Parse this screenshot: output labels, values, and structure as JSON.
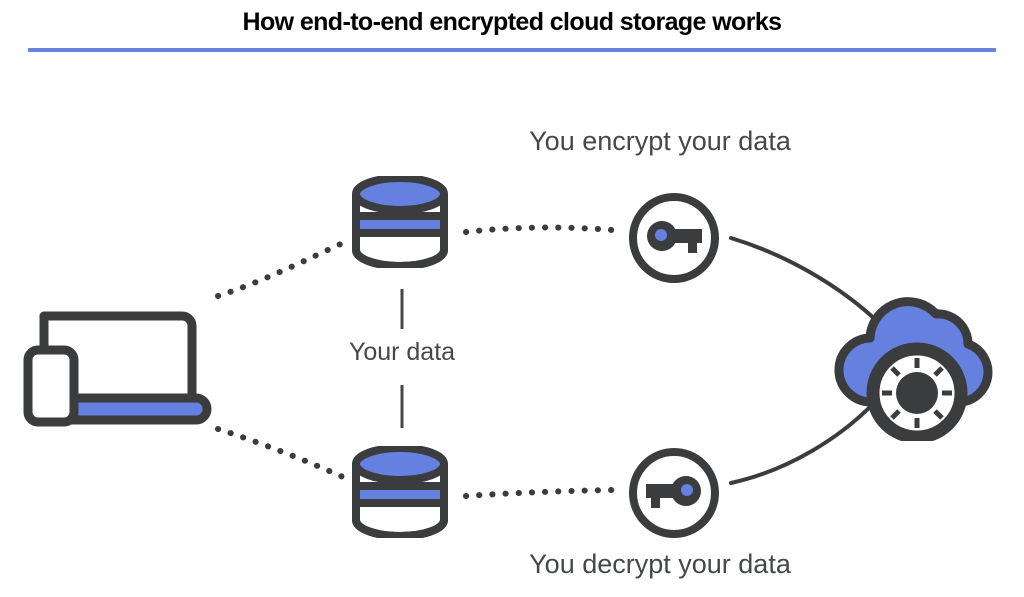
{
  "title": {
    "text": "How end-to-end encrypted cloud storage works",
    "rule_color": "#6b82e0"
  },
  "colors": {
    "accent_blue": "#6680e0",
    "outline_dark": "#3a3c3e",
    "text_gray": "#45484b",
    "background": "#ffffff"
  },
  "labels": {
    "encrypt": "You encrypt your data",
    "your_data": "Your data",
    "decrypt": "You decrypt your data"
  },
  "nodes": [
    {
      "id": "device",
      "icon": "laptop-phone-icon",
      "label": ""
    },
    {
      "id": "db-top",
      "icon": "database-icon",
      "label": "Your data"
    },
    {
      "id": "db-bottom",
      "icon": "database-icon",
      "label": "Your data"
    },
    {
      "id": "key-top",
      "icon": "key-icon",
      "label": "You encrypt your data"
    },
    {
      "id": "key-bottom",
      "icon": "key-mirrored-icon",
      "label": "You decrypt your data"
    },
    {
      "id": "cloud",
      "icon": "cloud-lock-icon",
      "label": ""
    }
  ],
  "connectors": [
    {
      "id": "device-to-db-top",
      "style": "dotted"
    },
    {
      "id": "db-top-to-key-top",
      "style": "dotted"
    },
    {
      "id": "key-top-to-cloud",
      "style": "solid"
    },
    {
      "id": "device-to-db-bottom",
      "style": "dotted"
    },
    {
      "id": "db-bottom-to-key-bottom",
      "style": "dotted"
    },
    {
      "id": "cloud-to-key-bottom",
      "style": "solid"
    },
    {
      "id": "db-top-to-db-bottom",
      "style": "solid"
    }
  ]
}
